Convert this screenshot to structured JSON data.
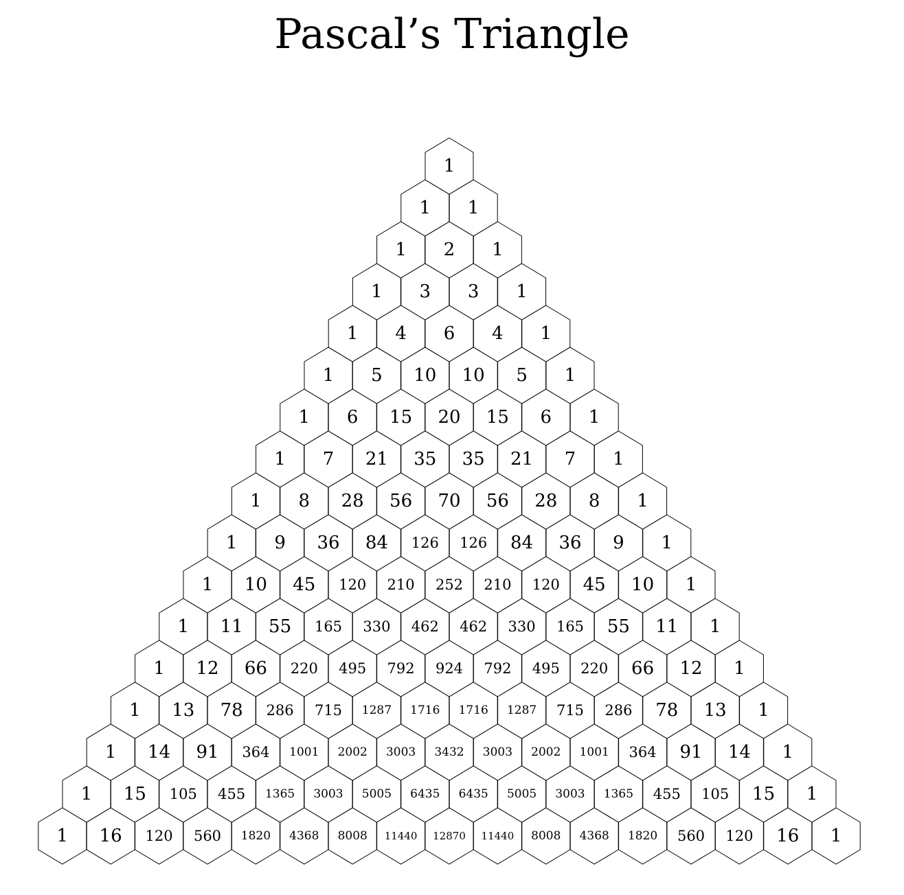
{
  "title": "Pascal’s Triangle",
  "rows": [
    [
      "1"
    ],
    [
      "1",
      "1"
    ],
    [
      "1",
      "2",
      "1"
    ],
    [
      "1",
      "3",
      "3",
      "1"
    ],
    [
      "1",
      "4",
      "6",
      "4",
      "1"
    ],
    [
      "1",
      "5",
      "10",
      "10",
      "5",
      "1"
    ],
    [
      "1",
      "6",
      "15",
      "20",
      "15",
      "6",
      "1"
    ],
    [
      "1",
      "7",
      "21",
      "35",
      "35",
      "21",
      "7",
      "1"
    ],
    [
      "1",
      "8",
      "28",
      "56",
      "70",
      "56",
      "28",
      "8",
      "1"
    ],
    [
      "1",
      "9",
      "36",
      "84",
      "126",
      "126",
      "84",
      "36",
      "9",
      "1"
    ],
    [
      "1",
      "10",
      "45",
      "120",
      "210",
      "252",
      "210",
      "120",
      "45",
      "10",
      "1"
    ],
    [
      "1",
      "11",
      "55",
      "165",
      "330",
      "462",
      "462",
      "330",
      "165",
      "55",
      "11",
      "1"
    ],
    [
      "1",
      "12",
      "66",
      "220",
      "495",
      "792",
      "924",
      "792",
      "495",
      "220",
      "66",
      "12",
      "1"
    ],
    [
      "1",
      "13",
      "78",
      "286",
      "715",
      "1287",
      "1716",
      "1716",
      "1287",
      "715",
      "286",
      "78",
      "13",
      "1"
    ],
    [
      "1",
      "14",
      "91",
      "364",
      "1001",
      "2002",
      "3003",
      "3432",
      "3003",
      "2002",
      "1001",
      "364",
      "91",
      "14",
      "1"
    ],
    [
      "1",
      "15",
      "105",
      "455",
      "1365",
      "3003",
      "5005",
      "6435",
      "6435",
      "5005",
      "3003",
      "1365",
      "455",
      "105",
      "15",
      "1"
    ],
    [
      "1",
      "16",
      "120",
      "560",
      "1820",
      "4368",
      "8008",
      "11440",
      "12870",
      "11440",
      "8008",
      "4368",
      "1820",
      "560",
      "120",
      "16",
      "1"
    ]
  ]
}
